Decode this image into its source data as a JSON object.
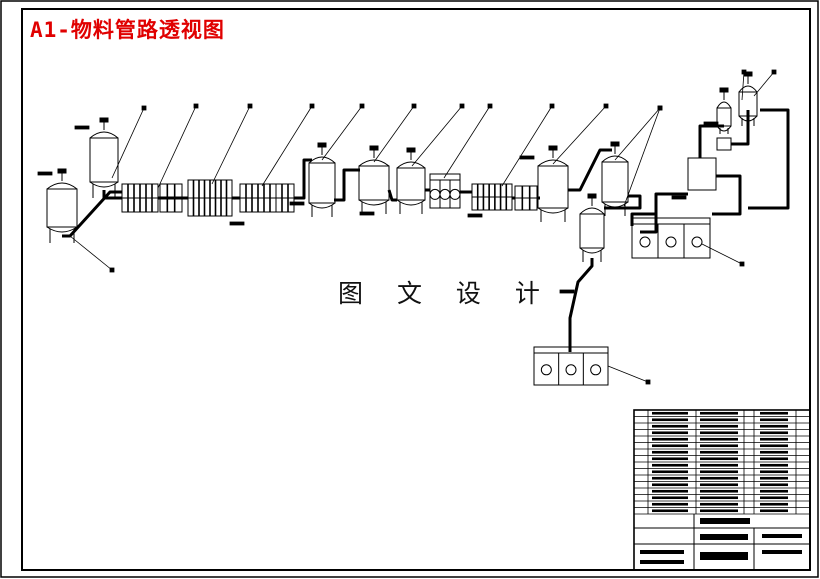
{
  "drawing": {
    "title": "A1-物料管路透视图",
    "watermark": "图 文 设 计"
  },
  "colors": {
    "title": "#e00000",
    "lines": "#000000",
    "background": "#ffffff"
  },
  "title_block": {
    "rows": 16
  }
}
